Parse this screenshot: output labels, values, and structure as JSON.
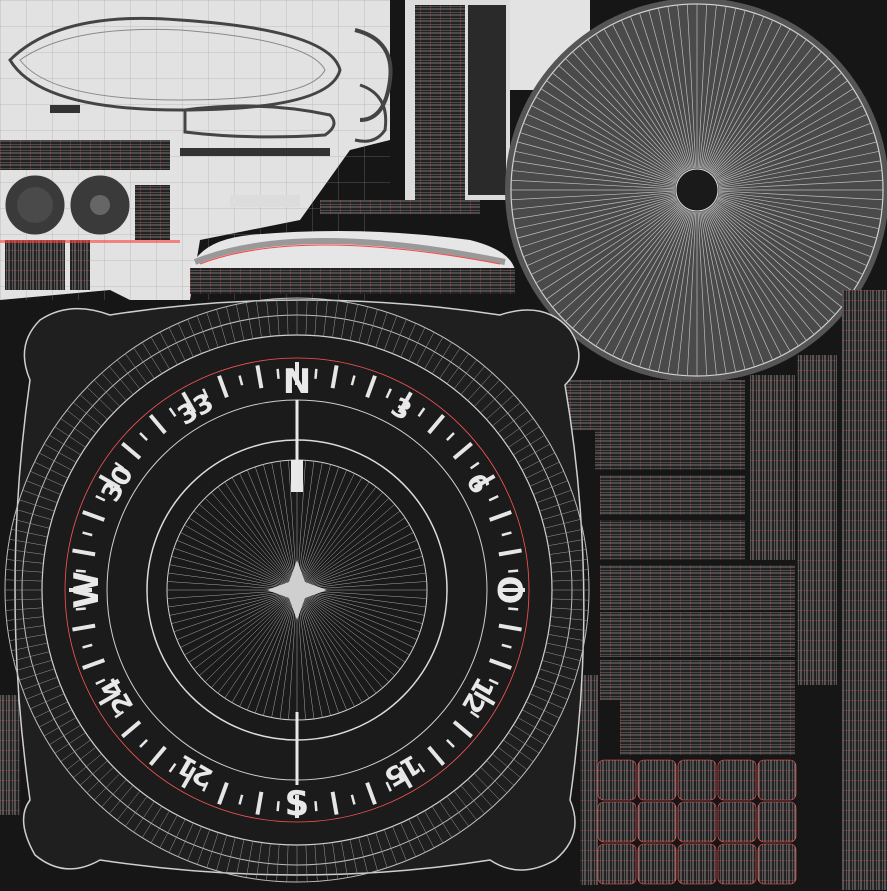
{
  "compass": {
    "cardinals": {
      "north": "N",
      "east": "O",
      "south": "S",
      "west": "W"
    },
    "degrees": {
      "d3": "3",
      "d6": "6",
      "d12": "12",
      "d15": "15",
      "d21": "21",
      "d24": "24",
      "d30": "30",
      "d33": "33"
    }
  },
  "colors": {
    "background": "#161616",
    "wire": "#d8d8d8",
    "seam": "#ff3333",
    "island": "#e4e4e4"
  }
}
